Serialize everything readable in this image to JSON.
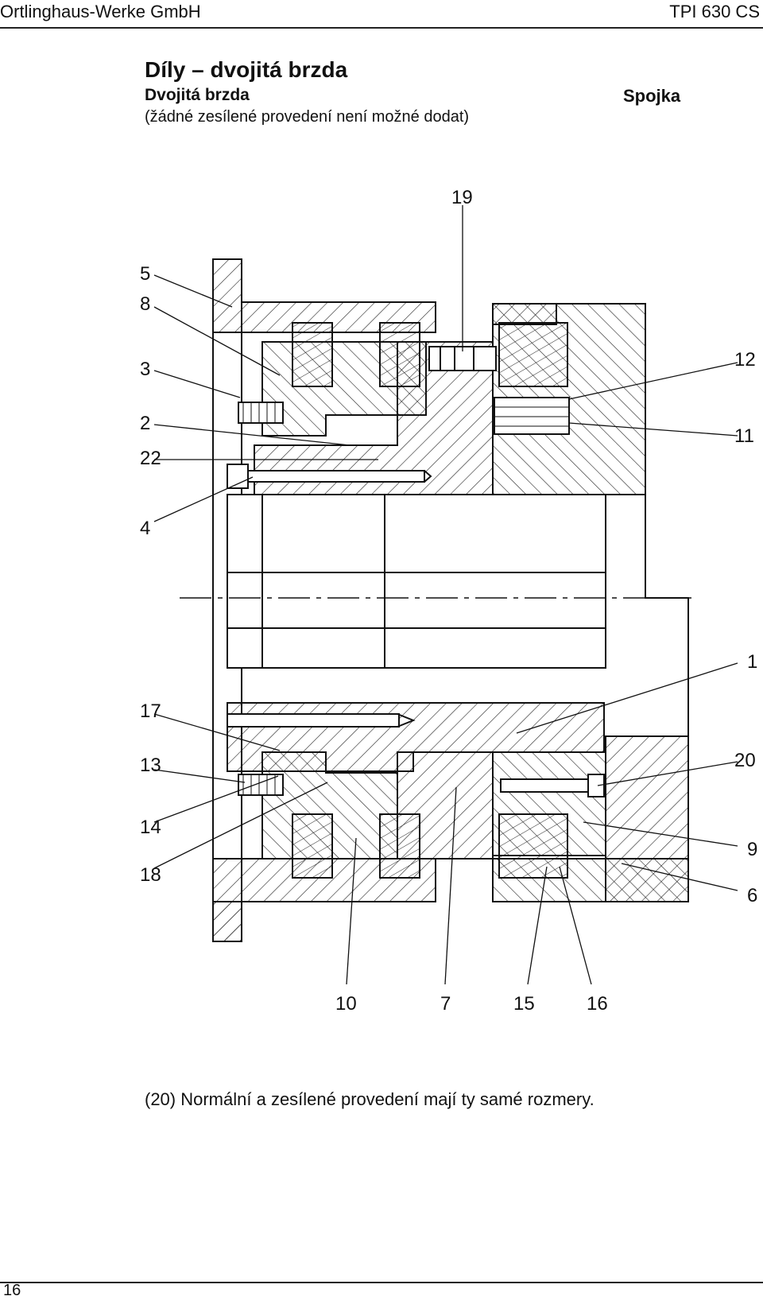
{
  "header": {
    "company": "Ortlinghaus-Werke GmbH",
    "product": "TPI 630 CS"
  },
  "title": "Díly – dvojitá brzda",
  "subtitle": "Dvojitá brzda",
  "note": "(žádné zesílené provedení není možné dodat)",
  "section_label": "Spojka",
  "drawing": {
    "callouts": {
      "c19": "19",
      "c5": "5",
      "c8": "8",
      "c3": "3",
      "c2": "2",
      "c22": "22",
      "c4": "4",
      "c12": "12",
      "c11": "11",
      "c1": "1",
      "c17": "17",
      "c13": "13",
      "c14": "14",
      "c18": "18",
      "c20": "20",
      "c9": "9",
      "c6": "6",
      "c10": "10",
      "c7": "7",
      "c15": "15",
      "c16": "16"
    }
  },
  "footnote": "(20) Normální a zesílené provedení mají ty samé rozmery.",
  "page_number": "16"
}
